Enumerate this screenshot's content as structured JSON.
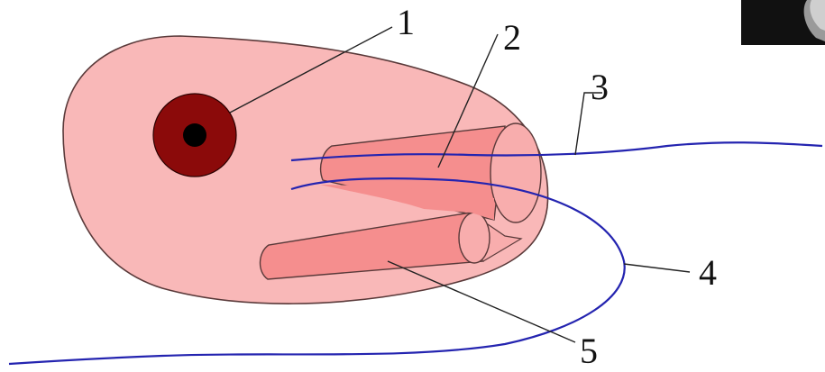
{
  "labels": {
    "l1": "1",
    "l2": "2",
    "l3": "3",
    "l4": "4",
    "l5": "5"
  },
  "colors": {
    "cell_body": "#f9b8b8",
    "cell_outline": "#5a3a3a",
    "pocket": "#f58e8e",
    "pocket_light": "#f8adad",
    "nucleus_outer": "#8b0a0a",
    "nucleus_inner": "#000000",
    "flagellum": "#2424b0",
    "corner_image": "#111111"
  },
  "icons": {
    "corner": "micrograph-thumbnail-icon"
  }
}
